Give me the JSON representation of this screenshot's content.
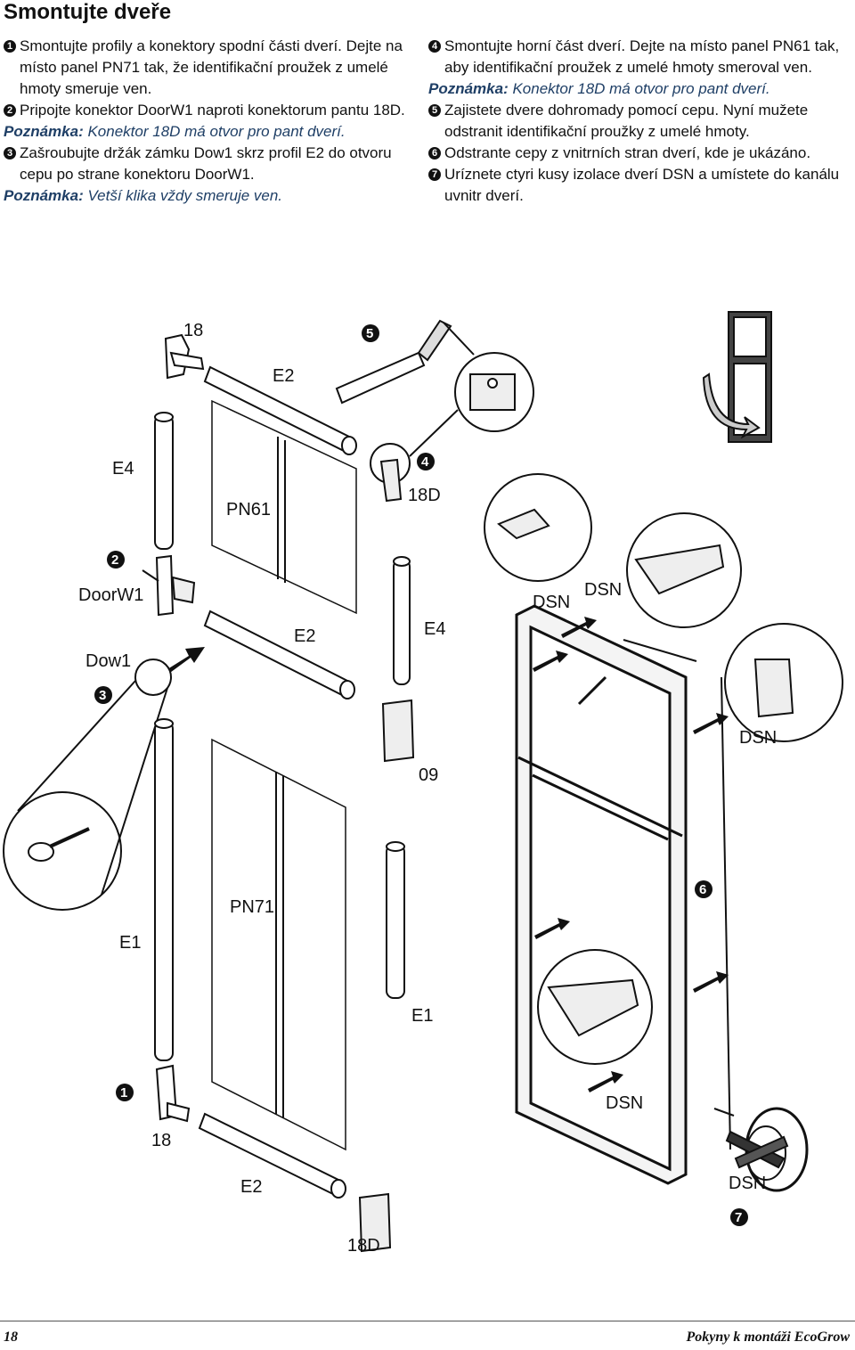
{
  "title": "Smontujte dveře",
  "left_column": {
    "steps": [
      {
        "num": "1",
        "text": "Smontujte profily a konektory spodní části dverí. Dejte na místo panel PN71 tak, že identifikační proužek z umelé hmoty smeruje ven."
      },
      {
        "num": "2",
        "text": "Pripojte konektor DoorW1 naproti konektorum pantu 18D."
      },
      {
        "num": "3",
        "text": "Zašroubujte držák zámku Dow1 skrz profil E2 do otvoru cepu po strane konektoru DoorW1."
      }
    ],
    "note1_label": "Poznámka:",
    "note1_text": " Konektor 18D má otvor pro pant dverí.",
    "note2_label": "Poznámka:",
    "note2_text": " Vetší klika vždy smeruje ven."
  },
  "right_column": {
    "steps": [
      {
        "num": "4",
        "text": "Smontujte horní část dverí. Dejte na místo panel PN61 tak, aby identifikační proužek z umelé hmoty smeroval ven."
      },
      {
        "num": "5",
        "text": "Zajistete dvere dohromady pomocí cepu. Nyní mužete odstranit identifikační proužky z umelé hmoty."
      },
      {
        "num": "6",
        "text": "Odstrante cepy z vnitrních stran dverí, kde je ukázáno."
      },
      {
        "num": "7",
        "text": "Uríznete ctyri kusy izolace dverí DSN a umístete do kanálu uvnitr dverí."
      }
    ],
    "note_label": "Poznámka:",
    "note_text": " Konektor 18D má otvor pro pant dverí."
  },
  "diagram_labels": {
    "c18_top": "18",
    "e2_top": "E2",
    "e4_left": "E4",
    "pn61": "PN61",
    "d18_top": "18D",
    "doorw1": "DoorW1",
    "e2_mid": "E2",
    "e4_mid": "E4",
    "dow1": "Dow1",
    "p09": "09",
    "pn71": "PN71",
    "e1_left": "E1",
    "e1_mid": "E1",
    "c18_bottom": "18",
    "e2_bottom": "E2",
    "d18_bottom": "18D",
    "dsn_a": "DSN",
    "dsn_b": "DSN",
    "dsn_c": "DSN",
    "dsn_d": "DSN",
    "dsn_e": "DSN",
    "n1": "1",
    "n2": "2",
    "n3": "3",
    "n4": "4",
    "n5": "5",
    "n6": "6",
    "n7": "7"
  },
  "footer": {
    "page_number": "18",
    "doc_title": "Pokyny k montáži EcoGrow"
  }
}
